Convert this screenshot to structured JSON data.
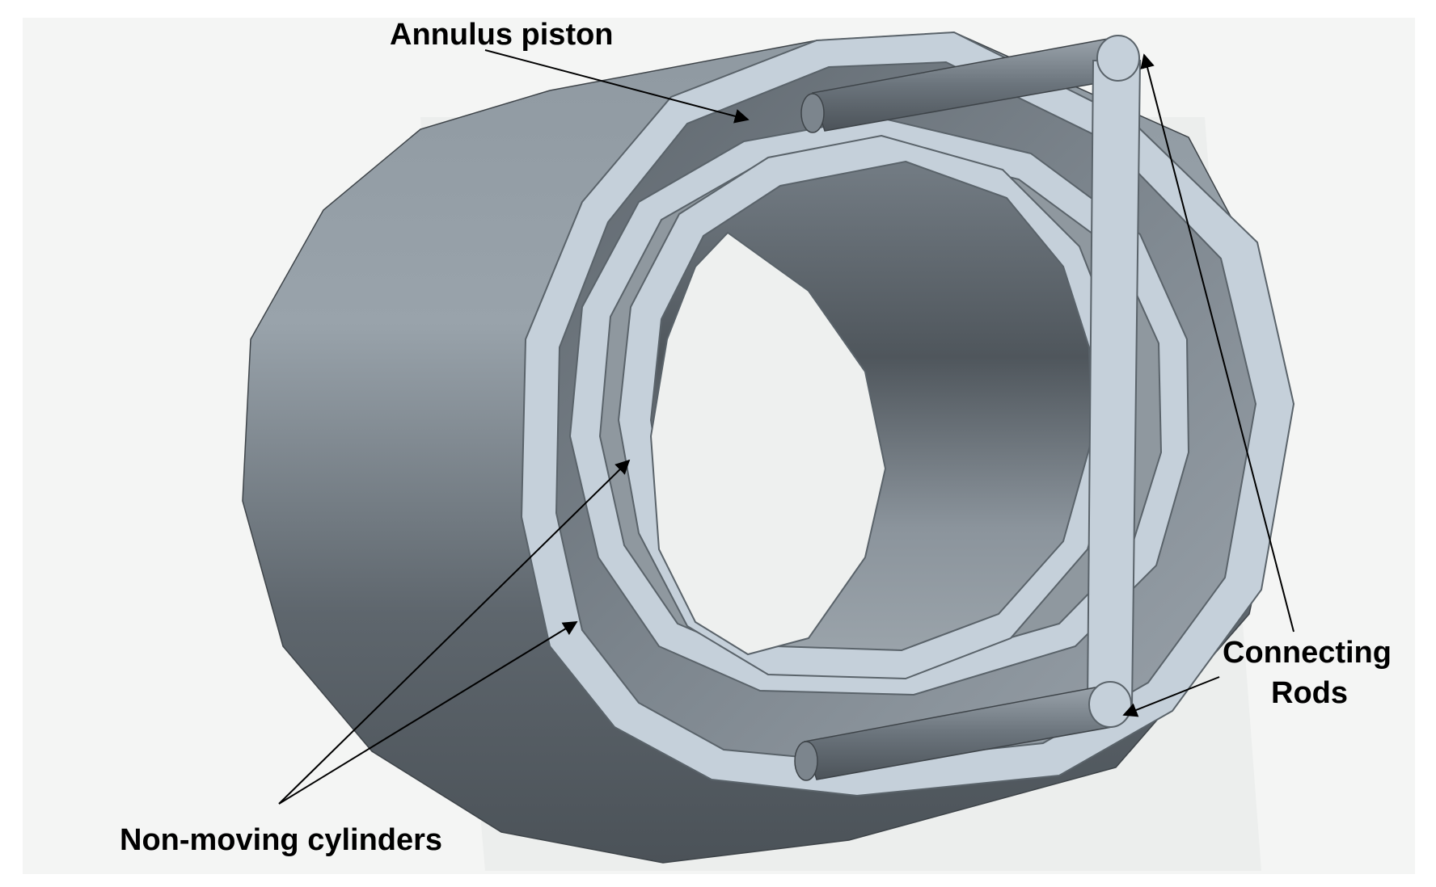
{
  "labels": {
    "annulus_piston": "Annulus piston",
    "connecting_rods_line1": "Connecting",
    "connecting_rods_line2": "Rods",
    "non_moving_cylinders": "Non-moving cylinders"
  },
  "colors": {
    "background_panel": "#eef0ef",
    "outer_cylinder_light": "#919ba3",
    "outer_cylinder_dark": "#525a61",
    "ring_face": "#c5d0da",
    "rod": "#6f7880",
    "arrow": "#000000"
  }
}
